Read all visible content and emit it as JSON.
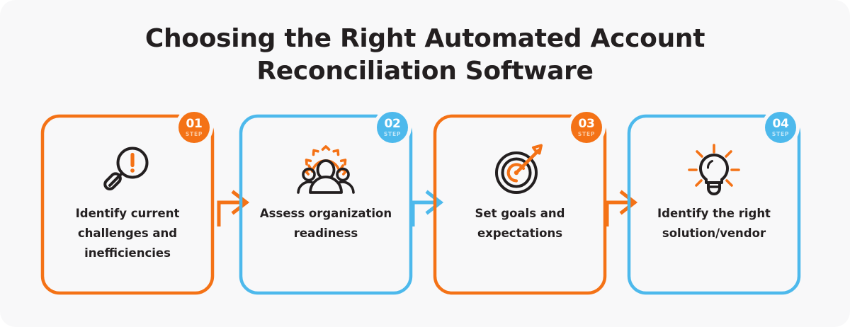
{
  "page": {
    "background_color": "#f8f8f9",
    "accent_orange": "#f47216",
    "accent_blue": "#4db9ec",
    "text_color": "#231f20"
  },
  "title": {
    "line1": "Choosing the Right Automated Account",
    "line2": "Reconciliation Software",
    "full": "Choosing the Right Automated Account Reconciliation Software"
  },
  "steps": [
    {
      "number": "01",
      "step_word": "STEP",
      "label": "Identify current challenges and inefficiencies",
      "label_lines": [
        "Identify current",
        "challenges and",
        "inefficiencies"
      ],
      "icon": "magnifier-exclamation-icon",
      "color": "#f47216",
      "color_name": "orange"
    },
    {
      "number": "02",
      "step_word": "STEP",
      "label": "Assess organization readiness",
      "label_lines": [
        "Assess organization",
        "readiness"
      ],
      "icon": "team-gear-icon",
      "color": "#4db9ec",
      "color_name": "blue"
    },
    {
      "number": "03",
      "step_word": "STEP",
      "label": "Set goals and expectations",
      "label_lines": [
        "Set goals and",
        "expectations"
      ],
      "icon": "target-arrow-icon",
      "color": "#f47216",
      "color_name": "orange"
    },
    {
      "number": "04",
      "step_word": "STEP",
      "label": "Identify the right solution/vendor",
      "label_lines": [
        "Identify the right",
        "solution/vendor"
      ],
      "icon": "lightbulb-icon",
      "color": "#4db9ec",
      "color_name": "blue"
    }
  ],
  "connectors": [
    {
      "name": "arrow-step1-to-step2",
      "color": "#f47216",
      "icon": "elbow-arrow-right-icon"
    },
    {
      "name": "arrow-step2-to-step3",
      "color": "#4db9ec",
      "icon": "elbow-arrow-right-icon"
    },
    {
      "name": "arrow-step3-to-step4",
      "color": "#f47216",
      "icon": "elbow-arrow-right-icon"
    }
  ]
}
